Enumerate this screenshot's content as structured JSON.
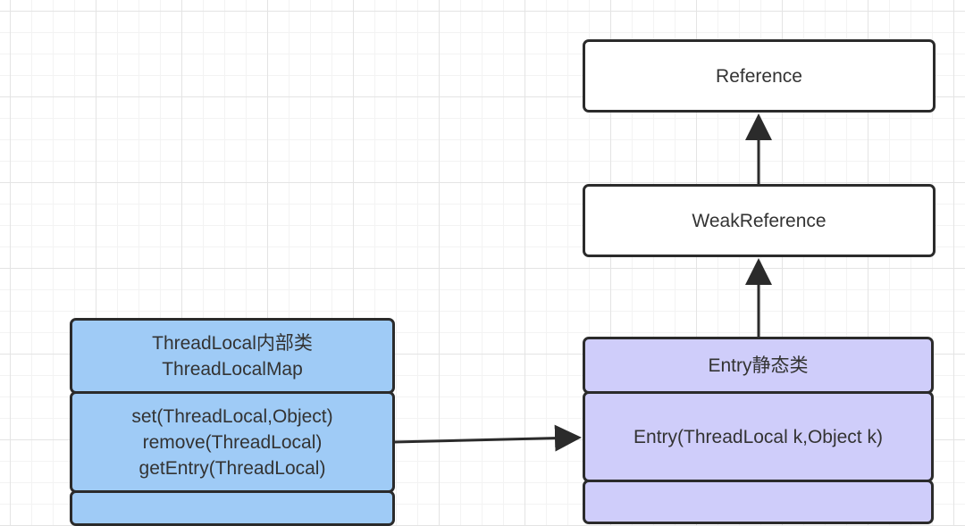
{
  "nodes": {
    "reference": {
      "label": "Reference"
    },
    "weak_reference": {
      "label": "WeakReference"
    },
    "threadlocal_map": {
      "lines": [
        "ThreadLocal内部类",
        "ThreadLocalMap"
      ]
    },
    "threadlocal_map_methods": {
      "lines": [
        "set(ThreadLocal,Object)",
        "remove(ThreadLocal)",
        "getEntry(ThreadLocal)"
      ]
    },
    "entry": {
      "label": "Entry静态类"
    },
    "entry_constructor": {
      "label": "Entry(ThreadLocal k,Object k)"
    }
  },
  "colors": {
    "white_fill": "#ffffff",
    "blue_fill": "#9fcbf6",
    "purple_fill": "#cfcdfa",
    "stroke": "#2b2b2b"
  }
}
